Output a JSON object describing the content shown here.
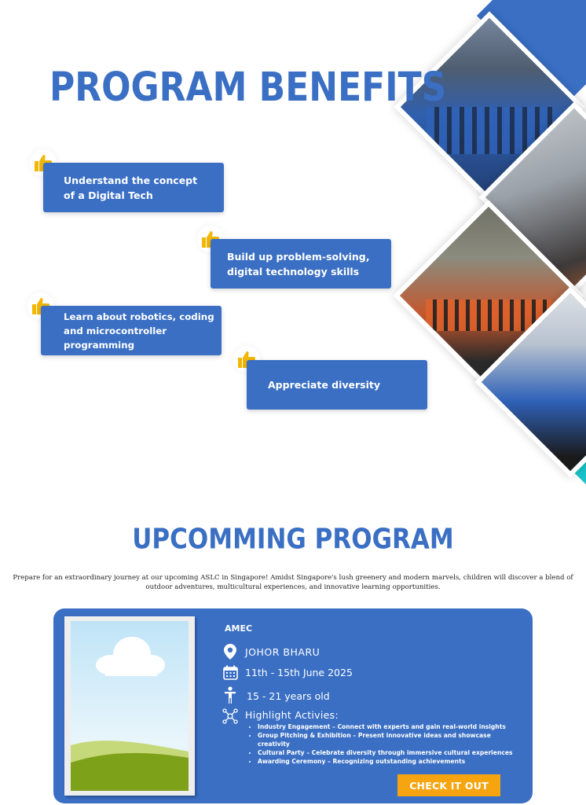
{
  "benefits": {
    "title": "PROGRAM BENEFITS",
    "items": [
      {
        "label": "Understand the concept of a Digital Tech",
        "icon": "thumbs-up-icon"
      },
      {
        "label": "Build up problem-solving, digital technology skills",
        "icon": "thumbs-up-icon"
      },
      {
        "label": "Learn about robotics, coding and microcontroller programming",
        "icon": "thumbs-up-icon"
      },
      {
        "label": "Appreciate diversity",
        "icon": "thumbs-up-icon"
      }
    ]
  },
  "upcoming": {
    "title": "UPCOMMING PROGRAM",
    "intro": "Prepare for an extraordinary journey at our upcoming ASLC in Singapore! Amidst Singapore's lush greenery and modern marvels, children will discover a blend of outdoor adventures, multicultural experiences, and innovative learning opportunities.",
    "program": {
      "name": "AMEC",
      "location": "JOHOR BHARU",
      "dates": "11th - 15th June 2025",
      "age": "15 - 21 years old",
      "highlights_title": "Highlight Activies:",
      "highlights": [
        "Industry Engagement – Connect with experts and gain real-world insights",
        "Group Pitching & Exhibition – Present innovative ideas and showcase creativity",
        "Cultural Party – Celebrate diversity through immersive cultural experiences",
        "Awarding Ceremony – Recognizing outstanding achievements"
      ],
      "cta": "CHECK IT OUT"
    }
  },
  "colors": {
    "brand_blue": "#3a6fc4",
    "accent_orange": "#f6a510",
    "thumb_yellow": "#f2b705"
  },
  "icons": [
    "thumbs-up-icon",
    "location-pin-icon",
    "calendar-icon",
    "person-icon",
    "network-icon",
    "cloud-icon"
  ]
}
